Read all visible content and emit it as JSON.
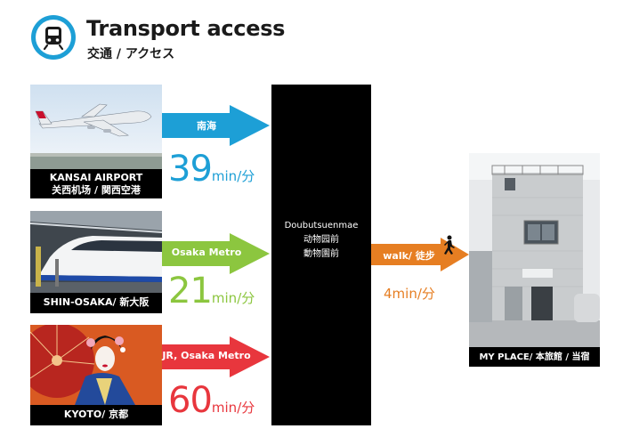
{
  "header": {
    "title": "Transport access",
    "subtitle": "交通 / アクセス",
    "icon": "train-icon"
  },
  "routes": [
    {
      "origin": "KANSAI AIRPORT",
      "origin_ja": "关西机场 / 関西空港",
      "line": "南海",
      "minutes": "39",
      "unit": "min/分",
      "color": "#1d9fd6"
    },
    {
      "origin": "SHIN-OSAKA/ 新大阪",
      "line": "Osaka Metro",
      "minutes": "21",
      "unit": "min/分",
      "color": "#8cc63f"
    },
    {
      "origin": "KYOTO/ 京都",
      "line": "JR, Osaka Metro",
      "minutes": "60",
      "unit": "min/分",
      "color": "#e8363d"
    }
  ],
  "station": {
    "name": "Doubutsuenmae",
    "name_zh": "动物园前",
    "name_ja": "動物園前"
  },
  "walk": {
    "label": "walk/ 徒步",
    "time": "4min/分",
    "color": "#e67e22",
    "icon": "walking-person-icon"
  },
  "destination": {
    "label": "MY PLACE/ 本旅館 / 当宿"
  }
}
